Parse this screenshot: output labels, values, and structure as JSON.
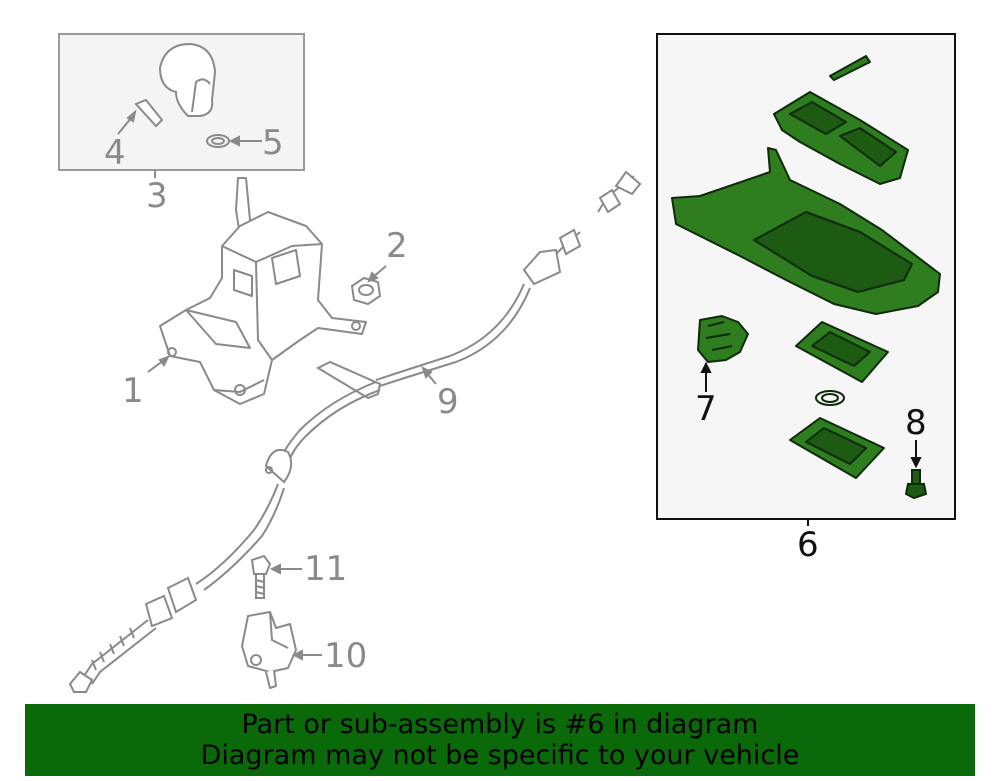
{
  "callouts": {
    "c1": "1",
    "c2": "2",
    "c3": "3",
    "c4": "4",
    "c5": "5",
    "c6": "6",
    "c7": "7",
    "c8": "8",
    "c9": "9",
    "c10": "10",
    "c11": "11"
  },
  "banner": {
    "line1": "Part or sub-assembly is #6 in diagram",
    "line2": "Diagram may not be specific to your vehicle"
  },
  "colors": {
    "highlight": "#2e7d1e",
    "banner": "#0a6a0a",
    "grey_part": "#8a8a8a"
  }
}
